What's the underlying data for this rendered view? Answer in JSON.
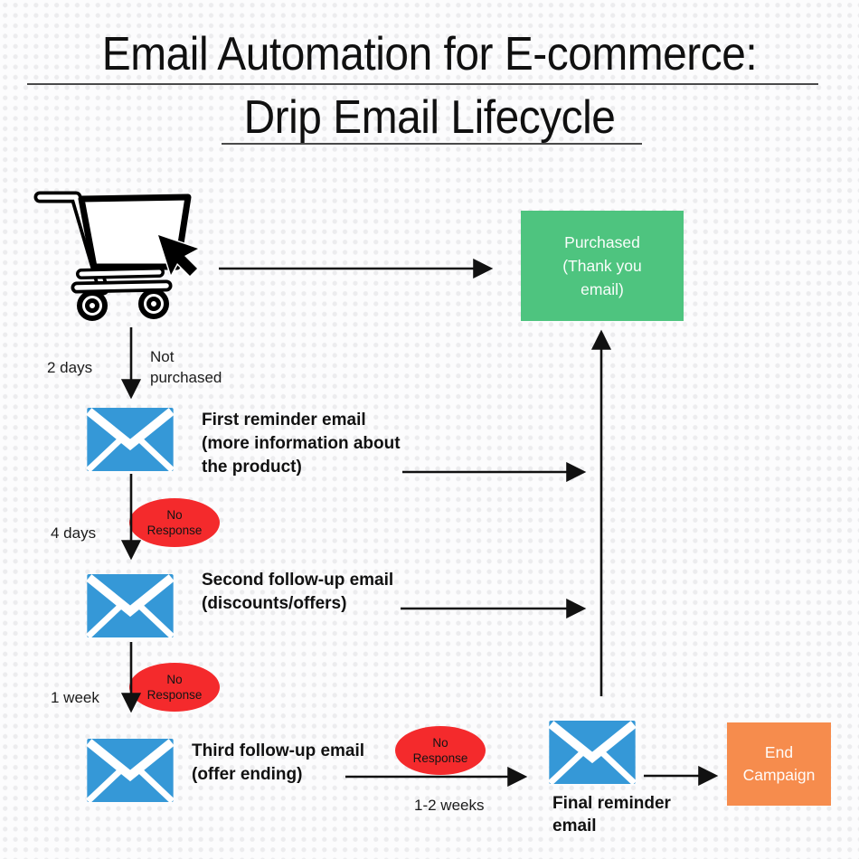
{
  "title": {
    "line1": "Email Automation for E-commerce:",
    "line2": "Drip Email Lifecycle"
  },
  "nodes": {
    "purchased": "Purchased\n(Thank you\nemail)",
    "email1": "First reminder email\n(more information about\nthe product)",
    "email2": "Second follow-up email\n(discounts/offers)",
    "email3": "Third follow-up email\n(offer ending)",
    "final_email": "Final reminder\nemail",
    "end_campaign": "End\nCampaign"
  },
  "edges": {
    "two_days": "2 days",
    "not_purchased": "Not\npurchased",
    "four_days": "4 days",
    "one_week": "1 week",
    "one_two_weeks": "1-2 weeks",
    "no_response_1": "No\nResponse",
    "no_response_2": "No\nResponse",
    "no_response_3": "No\nResponse"
  },
  "icons": {
    "cart": "shopping-cart-with-cursor-icon",
    "email": "email-envelope-icon"
  },
  "colors": {
    "purchased_green": "#4ec47f",
    "email_blue": "#3598d7",
    "no_response_red": "#f42a2c",
    "end_campaign_orange": "#f68c4d",
    "arrow_black": "#111111",
    "background": "#fcfcfd"
  }
}
